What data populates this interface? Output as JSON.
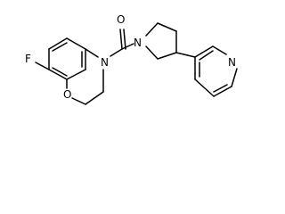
{
  "molecule": {
    "atom_labels": {
      "fluorine": "F",
      "oxygen_ring": "O",
      "nitrogen_ring": "N",
      "oxygen_carbonyl": "O",
      "nitrogen_pyrrolidine": "N",
      "nitrogen_pyridine": "N"
    },
    "colors": {
      "bond": "#000000",
      "label": "#000000",
      "background": "#ffffff"
    }
  }
}
